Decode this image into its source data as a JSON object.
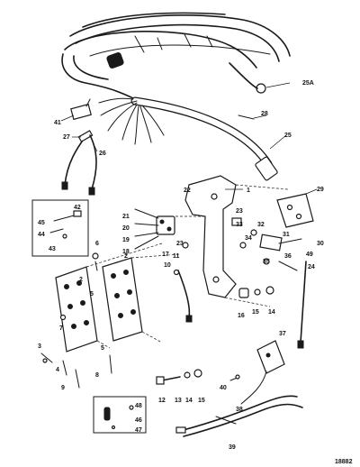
{
  "labels": {
    "l25A": "25A",
    "l28": "28",
    "l25": "25",
    "l41": "41",
    "l27": "27",
    "l26": "26",
    "l22": "22",
    "l1": "1",
    "l29": "29",
    "l21": "21",
    "l20": "20",
    "l19": "19",
    "l18": "18",
    "l23a": "23",
    "l33": "33",
    "l32": "32",
    "l34": "34",
    "l31": "31",
    "l30": "30",
    "l23b": "23",
    "l17": "17",
    "l10": "10",
    "l11": "11",
    "l35": "35",
    "l36": "36",
    "l49": "49",
    "l24": "24",
    "l45": "45",
    "l42": "42",
    "l44": "44",
    "l43": "43",
    "l6": "6",
    "l2a": "2",
    "l2b": "2",
    "l7": "7",
    "l5a": "5",
    "l16": "16",
    "l15a": "15",
    "l14a": "14",
    "l37": "37",
    "l3": "3",
    "l4": "4",
    "l5b": "5",
    "l8": "8",
    "l9": "9",
    "l40": "40",
    "l12": "12",
    "l13": "13",
    "l14b": "14",
    "l15b": "15",
    "l38": "38",
    "l48": "48",
    "l46": "46",
    "l47": "47",
    "l39": "39",
    "figure_number": "18882"
  }
}
